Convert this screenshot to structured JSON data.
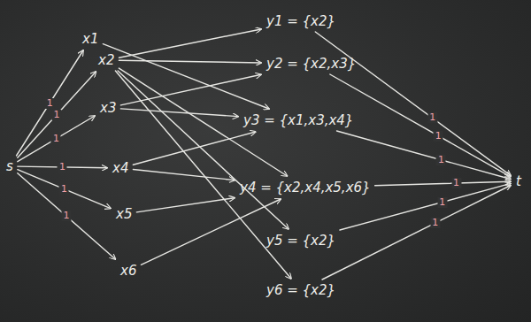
{
  "diagram": {
    "nodes": [
      {
        "text": [
          "s"
        ]
      },
      {
        "text": [
          "x1"
        ]
      },
      {
        "text": [
          "x2"
        ]
      },
      {
        "text": [
          "x3"
        ]
      },
      {
        "text": [
          "x4"
        ]
      },
      {
        "text": [
          "x5"
        ]
      },
      {
        "text": [
          "x6"
        ]
      },
      {
        "text": [
          "y1 = {x2}"
        ]
      },
      {
        "text": [
          "y2 = {x2,x3}"
        ]
      },
      {
        "text": [
          "y3 = {x1,x3,x4}"
        ]
      },
      {
        "text": [
          "y4 = {x2,x4,x5,x6}"
        ]
      },
      {
        "text": [
          "y5 = {x2}"
        ]
      },
      {
        "text": [
          "y6 = {x2}"
        ]
      },
      {
        "text": [
          "t"
        ]
      }
    ],
    "edges": [
      {
        "from": 0,
        "to": 1,
        "arrow": "to",
        "label": "1"
      },
      {
        "from": 0,
        "to": 2,
        "arrow": "to",
        "label": "1"
      },
      {
        "from": 0,
        "to": 3,
        "arrow": "to",
        "label": "1"
      },
      {
        "from": 0,
        "to": 4,
        "arrow": "to",
        "label": "1"
      },
      {
        "from": 0,
        "to": 5,
        "arrow": "to",
        "label": "1"
      },
      {
        "from": 0,
        "to": 6,
        "arrow": "to",
        "label": "1"
      },
      {
        "from": 2,
        "to": 7,
        "arrow": "to"
      },
      {
        "from": 2,
        "to": 8,
        "arrow": "to"
      },
      {
        "from": 3,
        "to": 8,
        "arrow": "to"
      },
      {
        "from": 1,
        "to": 9,
        "arrow": "to"
      },
      {
        "from": 3,
        "to": 9,
        "arrow": "to"
      },
      {
        "from": 4,
        "to": 9,
        "arrow": "to"
      },
      {
        "from": 2,
        "to": 10,
        "arrow": "to"
      },
      {
        "from": 4,
        "to": 10,
        "arrow": "to"
      },
      {
        "from": 5,
        "to": 10,
        "arrow": "to"
      },
      {
        "from": 6,
        "to": 10,
        "arrow": "to"
      },
      {
        "from": 2,
        "to": 11,
        "arrow": "to"
      },
      {
        "from": 2,
        "to": 12,
        "arrow": "to"
      },
      {
        "from": 7,
        "to": 13,
        "arrow": "to",
        "label": "1"
      },
      {
        "from": 8,
        "to": 13,
        "arrow": "to",
        "label": "1"
      },
      {
        "from": 9,
        "to": 13,
        "arrow": "to",
        "label": "1"
      },
      {
        "from": 10,
        "to": 13,
        "arrow": "to",
        "label": "1"
      },
      {
        "from": 11,
        "to": 13,
        "arrow": "to",
        "label": "1"
      },
      {
        "from": 12,
        "to": 13,
        "arrow": "to",
        "label": "1"
      }
    ]
  }
}
